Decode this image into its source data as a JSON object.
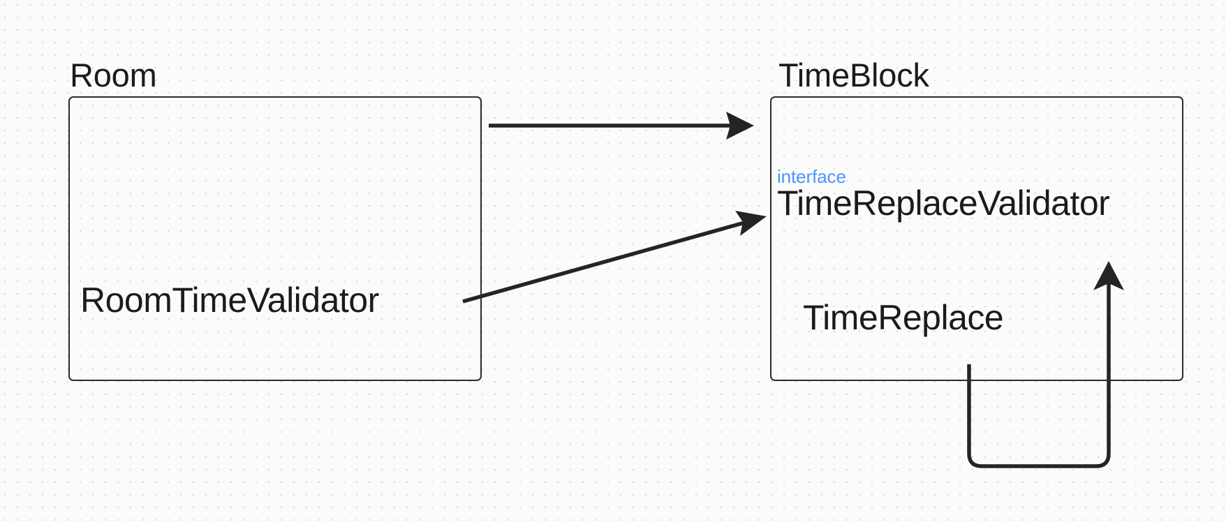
{
  "diagram": {
    "type": "uml-package-dependency",
    "background": "#fbfbfb",
    "accent_color": "#4d94ff",
    "line_color": "#242424",
    "packages": [
      {
        "id": "room",
        "title": "Room",
        "nodes": [
          {
            "id": "roomtimevalidator",
            "stereotype": "",
            "name": "RoomTimeValidator"
          }
        ]
      },
      {
        "id": "timeblock",
        "title": "TimeBlock",
        "nodes": [
          {
            "id": "timereplacevalidator",
            "stereotype": "interface",
            "name": "TimeReplaceValidator"
          },
          {
            "id": "timereplace",
            "stereotype": "",
            "name": "TimeReplace"
          }
        ]
      }
    ],
    "edges": [
      {
        "id": "room-to-timeblock",
        "from": "Room",
        "to": "TimeBlock",
        "style": "solid-arrow"
      },
      {
        "id": "roomtimevalidator-to-timereplacevalidator",
        "from": "RoomTimeValidator",
        "to": "TimeReplaceValidator",
        "style": "solid-arrow"
      },
      {
        "id": "timereplace-to-timereplacevalidator",
        "from": "TimeReplace",
        "to": "TimeReplaceValidator",
        "style": "solid-arrow-loop"
      }
    ]
  }
}
